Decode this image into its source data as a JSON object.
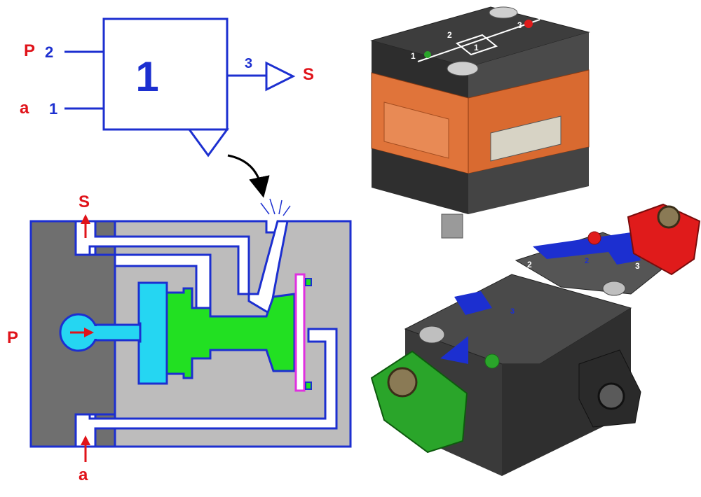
{
  "colors": {
    "line_blue": "#1c2fd0",
    "label_red": "#e0131a",
    "body_gray": "#6f6f6f",
    "channel_gray": "#bdbcbc",
    "piston_green": "#22e022",
    "chamber_cyan": "#25d6f2",
    "seat_magenta": "#e030e0",
    "housing_orange": "#e0743a",
    "housing_dark": "#3d3d3d",
    "valve_green": "#2aa52a",
    "valve_red": "#e01b1b"
  },
  "symbol": {
    "block_number": "1",
    "port_p_letter": "P",
    "port_p_number": "2",
    "port_a_letter": "a",
    "port_a_number": "1",
    "port_s_number": "3",
    "port_s_letter": "S"
  },
  "section": {
    "label_s": "S",
    "label_p": "P",
    "label_a": "a"
  },
  "module_top": {
    "num_1": "1",
    "num_2": "2",
    "num_3": "3",
    "center_1": "1"
  },
  "module_open": {
    "label_2": "2",
    "label_3": "3",
    "label_2a": "2",
    "label_3a": "3"
  }
}
